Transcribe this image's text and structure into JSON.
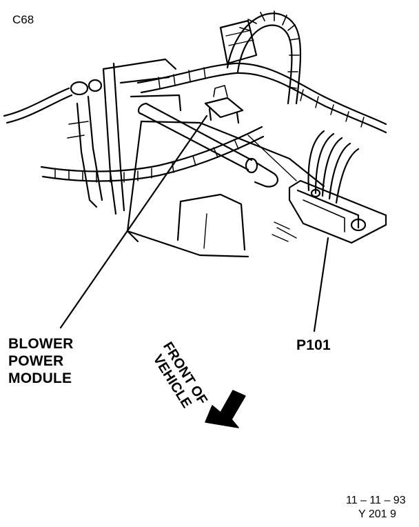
{
  "figure": {
    "id": "C68",
    "date": "11 – 11 – 93",
    "ref": "Y 201 9"
  },
  "labels": {
    "blower_power_module": [
      "BLOWER",
      "POWER",
      "MODULE"
    ],
    "connector": "P101",
    "front_of_vehicle": [
      "FRONT OF",
      "VEHICLE"
    ]
  },
  "colors": {
    "ink": "#000000",
    "paper": "#ffffff"
  }
}
